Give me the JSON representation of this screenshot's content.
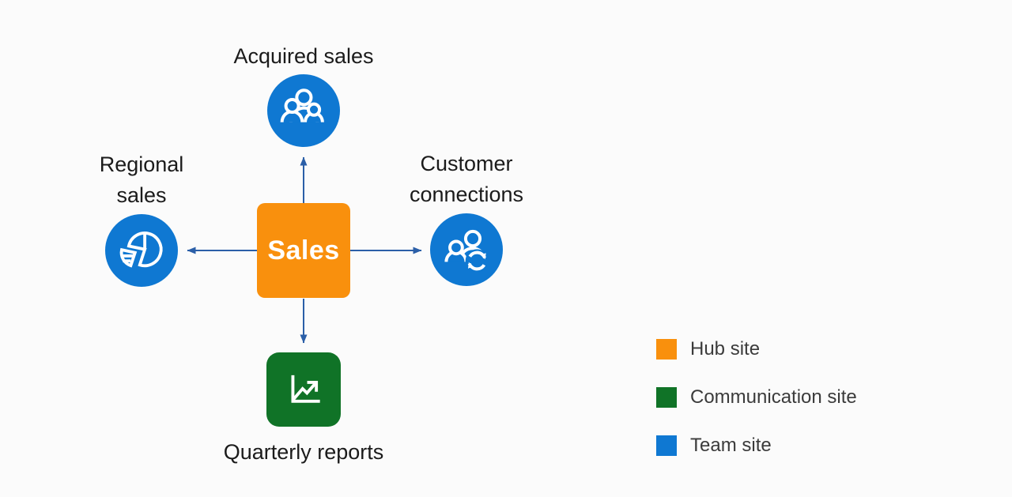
{
  "background_color": "#FBFBFB",
  "diagram": {
    "hub": {
      "label": "Sales",
      "site_type": "Hub site",
      "color": "#F9900D"
    },
    "nodes": [
      {
        "id": "acquired-sales",
        "label": "Acquired sales",
        "site_type": "Team site",
        "icon": "people-group-icon",
        "color": "#0F78D2"
      },
      {
        "id": "regional-sales",
        "label": "Regional sales",
        "site_type": "Team site",
        "icon": "pie-chart-icon",
        "color": "#0F78D2"
      },
      {
        "id": "customer-connections",
        "label": "Customer connections",
        "site_type": "Team site",
        "icon": "people-sync-icon",
        "color": "#0F78D2"
      },
      {
        "id": "quarterly-reports",
        "label": "Quarterly reports",
        "site_type": "Communication site",
        "icon": "line-chart-icon",
        "color": "#107327"
      }
    ],
    "connector_color": "#2B5FA8"
  },
  "legend": {
    "items": [
      {
        "label": "Hub site",
        "color": "#F9900D"
      },
      {
        "label": "Communication site",
        "color": "#107327"
      },
      {
        "label": "Team site",
        "color": "#0F78D2"
      }
    ]
  }
}
